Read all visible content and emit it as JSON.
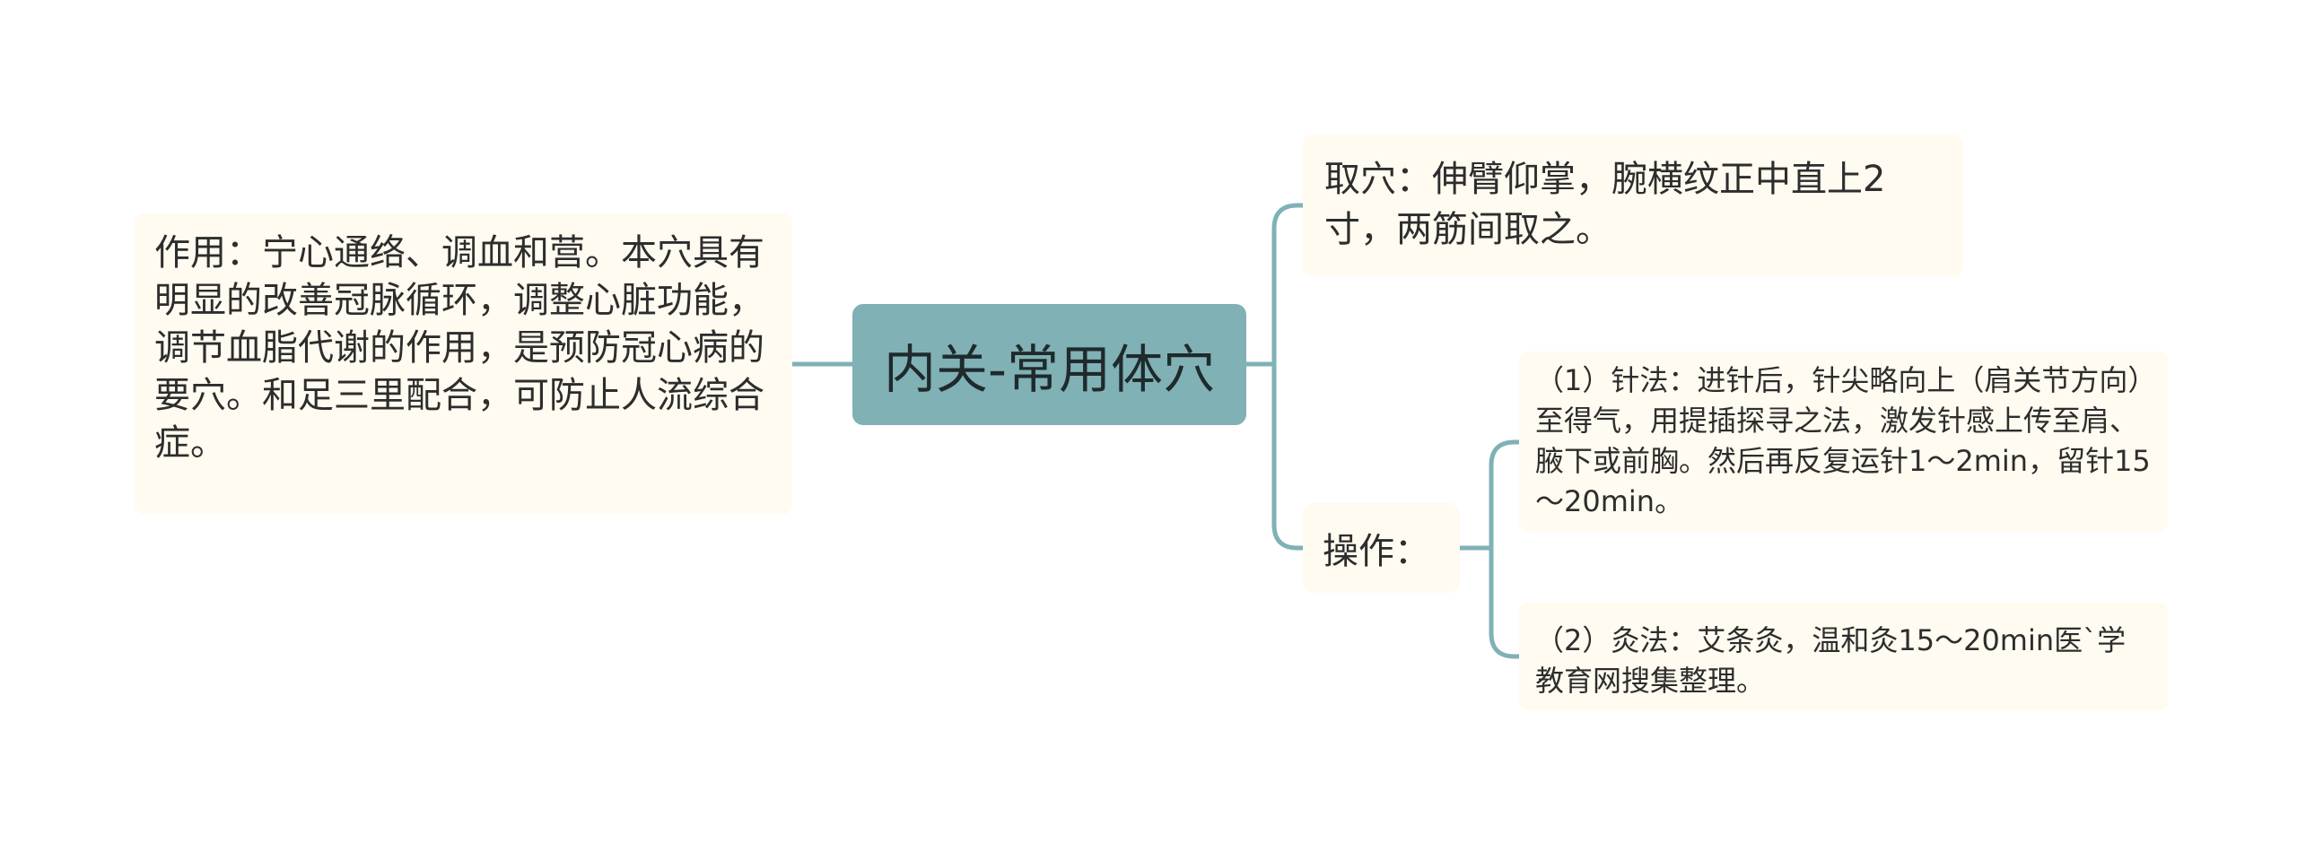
{
  "center": {
    "label": "内关-常用体穴"
  },
  "left": {
    "text": "作用：宁心通络、调血和营。本穴具有明显的改善冠脉循环，调整心脏功能，调节血脂代谢的作用，是预防冠心病的要穴。和足三里配合，可防止人流综合症。"
  },
  "right": [
    {
      "text": "取穴：伸臂仰掌，腕横纹正中直上2寸，两筋间取之。"
    },
    {
      "text": "操作：",
      "children": [
        {
          "text": "（1）针法：进针后，针尖略向上（肩关节方向）至得气，用提插探寻之法，激发针感上传至肩、腋下或前胸。然后再反复运针1～2min，留针15～20min。"
        },
        {
          "text": "（2）灸法：艾条灸，温和灸15～20min医`学教育网搜集整理。"
        }
      ]
    }
  ],
  "colors": {
    "connector": "#7fb1b5",
    "center_fill": "#7fb1b5",
    "node_fill": "#fffbf0"
  }
}
